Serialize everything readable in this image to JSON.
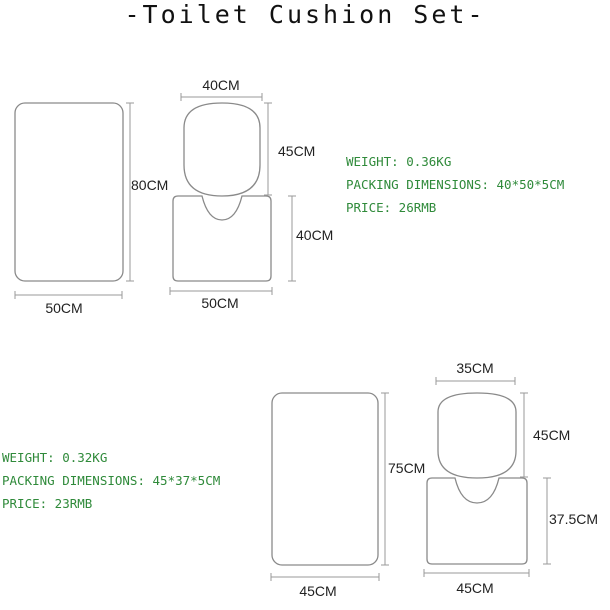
{
  "title": "-Toilet Cushion Set-",
  "colors": {
    "spec_text": "#2f8a3a",
    "outline": "#8a8a8a",
    "dim_line": "#9a9a9a",
    "label": "#222222"
  },
  "set1": {
    "dims": {
      "lid_width": "40CM",
      "lid_height": "45CM",
      "mat_height": "80CM",
      "mat_width": "50CM",
      "contour_height": "40CM",
      "contour_width": "50CM"
    },
    "specs": [
      "WEIGHT: 0.36KG",
      "PACKING DIMENSIONS: 40*50*5CM",
      "PRICE: 26RMB"
    ]
  },
  "set2": {
    "dims": {
      "lid_width": "35CM",
      "lid_height": "45CM",
      "mat_height": "75CM",
      "mat_width": "45CM",
      "contour_height": "37.5CM",
      "contour_width": "45CM"
    },
    "specs": [
      "WEIGHT: 0.32KG",
      "PACKING DIMENSIONS: 45*37*5CM",
      "PRICE: 23RMB"
    ]
  }
}
